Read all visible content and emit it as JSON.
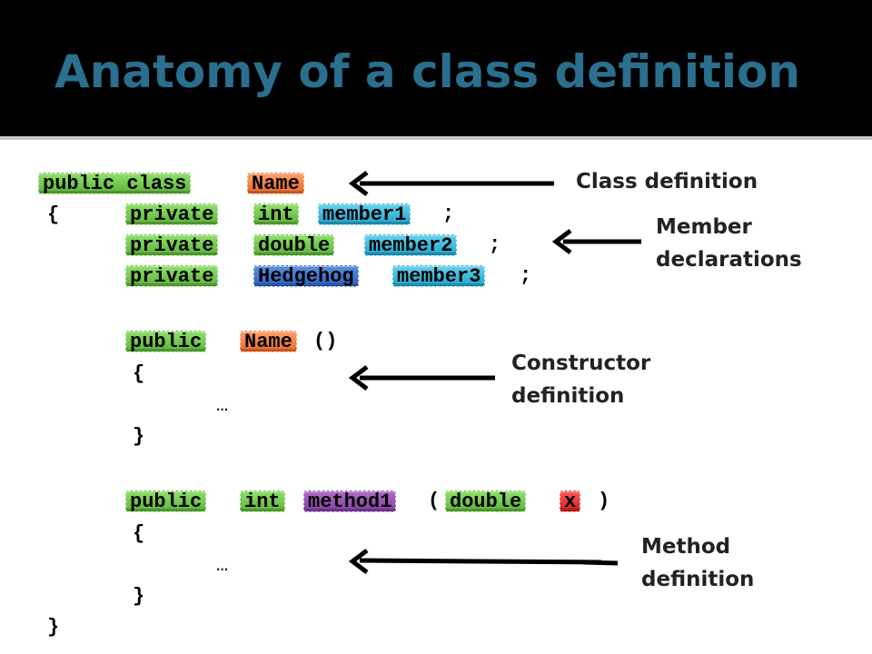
{
  "title": "Anatomy of a class definition",
  "code": {
    "l1": {
      "public_class": "public class",
      "name": "Name"
    },
    "l2": {
      "brace": "{",
      "private": "private",
      "type": "int",
      "member": "member1",
      "semi": ";"
    },
    "l3": {
      "private": "private",
      "type": "double",
      "member": "member2",
      "semi": ";"
    },
    "l4": {
      "private": "private",
      "type": "Hedgehog",
      "member": "member3",
      "semi": ";"
    },
    "l5": {
      "public": "public",
      "name": "Name",
      "parens": "()"
    },
    "ctor_open": "{",
    "ctor_body": "…",
    "ctor_close": "}",
    "l6": {
      "public": "public",
      "type": "int",
      "method": "method1",
      "open_paren": "(",
      "param_type": "double",
      "param_name": "x",
      "close_paren": ")"
    },
    "method_open": "{",
    "method_body": "…",
    "method_close": "}",
    "class_close": "}"
  },
  "labels": {
    "class_def": "Class definition",
    "member_decl_1": "Member",
    "member_decl_2": "declarations",
    "ctor_1": "Constructor",
    "ctor_2": "definition",
    "method_1": "Method",
    "method_2": "definition"
  },
  "colors": {
    "title": "#2a6f8e",
    "keyword_chip": "#6cc24a",
    "name_chip": "#f47b3a",
    "member_chip": "#2db3d8",
    "class_type_chip": "#3a6fd0",
    "method_chip": "#8e4bb0",
    "param_chip": "#e02a2a"
  }
}
